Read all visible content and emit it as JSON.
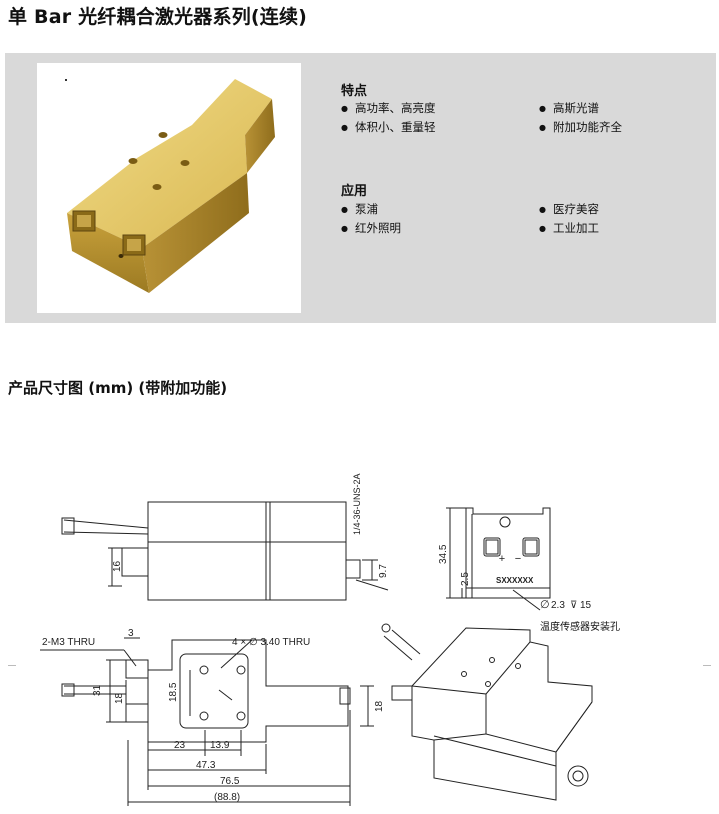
{
  "header": {
    "title": "单 Bar 光纤耦合激光器系列(连续)"
  },
  "features": {
    "title": "特点",
    "left": [
      "高功率、高亮度",
      "体积小、重量轻"
    ],
    "right": [
      "高斯光谱",
      "附加功能齐全"
    ]
  },
  "applications": {
    "title": "应用",
    "left": [
      "泵浦",
      "红外照明"
    ],
    "right": [
      "医疗美容",
      "工业加工"
    ]
  },
  "dimensions": {
    "title": "产品尺寸图 (mm) (带附加功能)"
  },
  "drawing": {
    "thread_label": "1/4-36-UNS-2A",
    "dim_16": "16",
    "dim_9_7": "9.7",
    "dim_34_5": "34.5",
    "dim_2_5": "2.5",
    "serial": "SXXXXXX",
    "hole_spec": "2.3",
    "hole_depth": "15",
    "sensor_caption": "温度传感器安装孔",
    "m3_label": "2-M3 THRU",
    "dim_3": "3",
    "holes_label": "4 × ∅ 3.40 THRU",
    "dim_18_5": "18.5",
    "dim_31": "31",
    "dim_18_left": "18",
    "dim_18_right": "18",
    "dim_23": "23",
    "dim_13_9": "13.9",
    "dim_47_3": "47.3",
    "dim_76_5": "76.5",
    "dim_88_8": "(88.8)"
  },
  "colors": {
    "panel": "#d9d9d9",
    "gold_light": "#e9d27a",
    "gold_dark": "#b08d2a"
  }
}
